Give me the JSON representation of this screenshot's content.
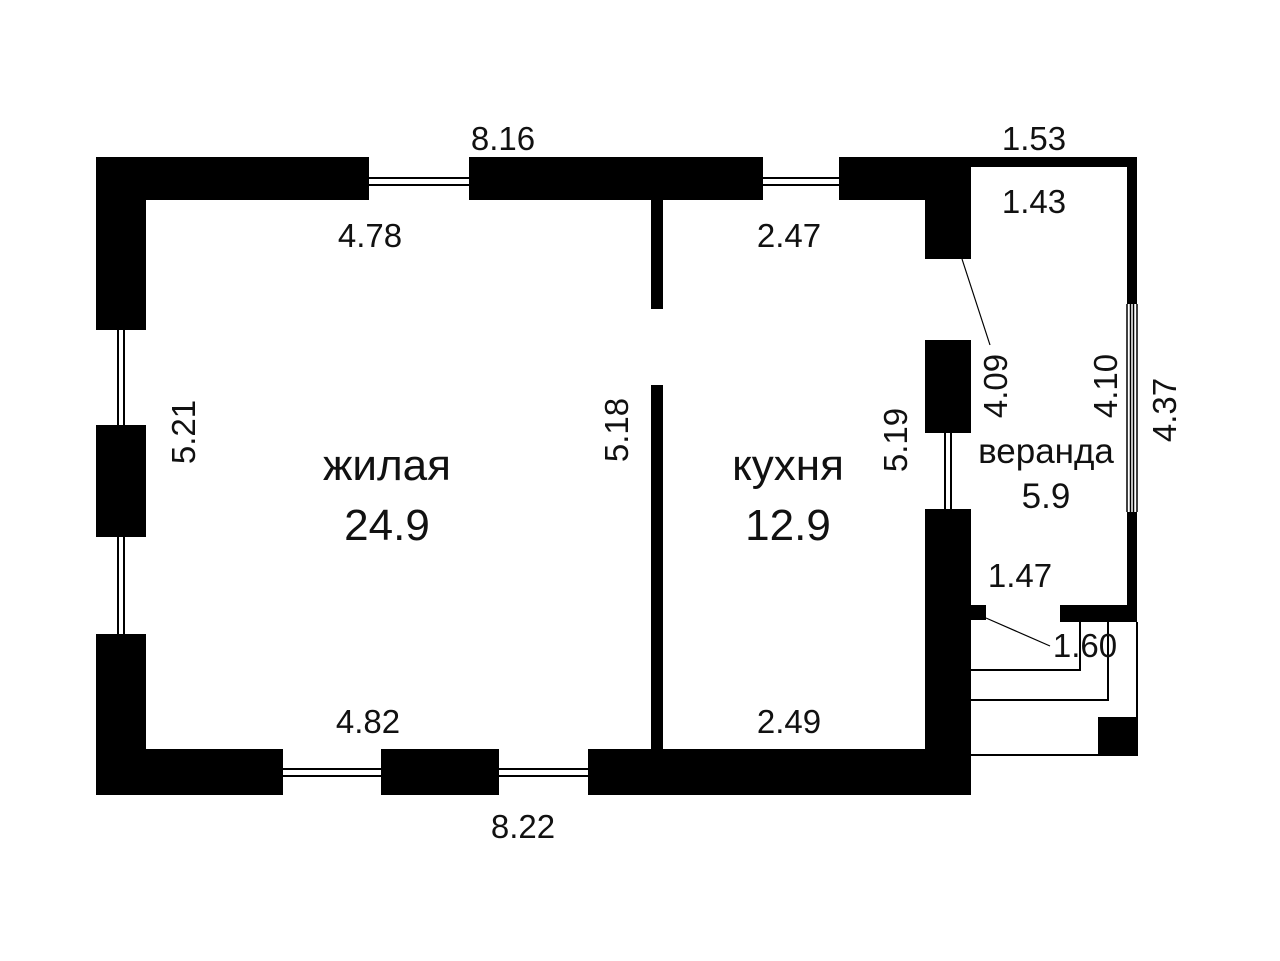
{
  "colors": {
    "wall": "#000000",
    "background": "#ffffff",
    "text": "#111111"
  },
  "rooms": {
    "living": {
      "name": "жилая",
      "area": "24.9"
    },
    "kitchen": {
      "name": "кухня",
      "area": "12.9"
    },
    "veranda": {
      "name": "веранда",
      "area": "5.9"
    }
  },
  "dimensions": {
    "outer_top": "8.16",
    "outer_bottom": "8.22",
    "living_top": "4.78",
    "living_bottom": "4.82",
    "living_left": "5.21",
    "living_right": "5.18",
    "kitchen_top": "2.47",
    "kitchen_bottom": "2.49",
    "kitchen_right": "5.19",
    "veranda_outer_top": "1.53",
    "veranda_inner_top": "1.43",
    "veranda_diag": "4.09",
    "veranda_inner_right": "4.10",
    "veranda_outer_right": "4.37",
    "veranda_bottom": "1.47",
    "porch": "1.60"
  }
}
